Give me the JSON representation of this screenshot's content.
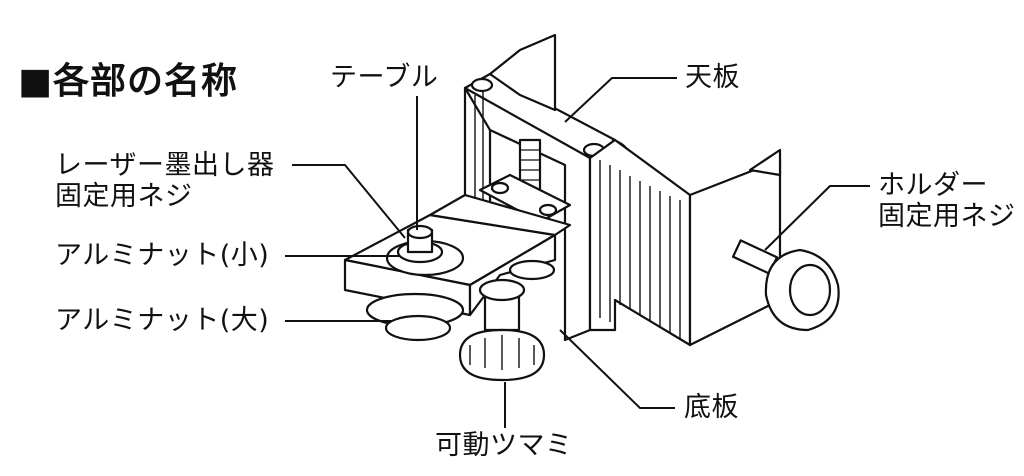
{
  "title": "■各部の名称",
  "labels": {
    "table": "テーブル",
    "top_plate": "天板",
    "laser_screw_line1": "レーザー墨出し器",
    "laser_screw_line2": "固定用ネジ",
    "holder_screw_line1": "ホルダー",
    "holder_screw_line2": "固定用ネジ",
    "alu_nut_small": "アルミナット(小)",
    "alu_nut_large": "アルミナット(大)",
    "bottom_plate": "底板",
    "movable_knob": "可動ツマミ"
  }
}
